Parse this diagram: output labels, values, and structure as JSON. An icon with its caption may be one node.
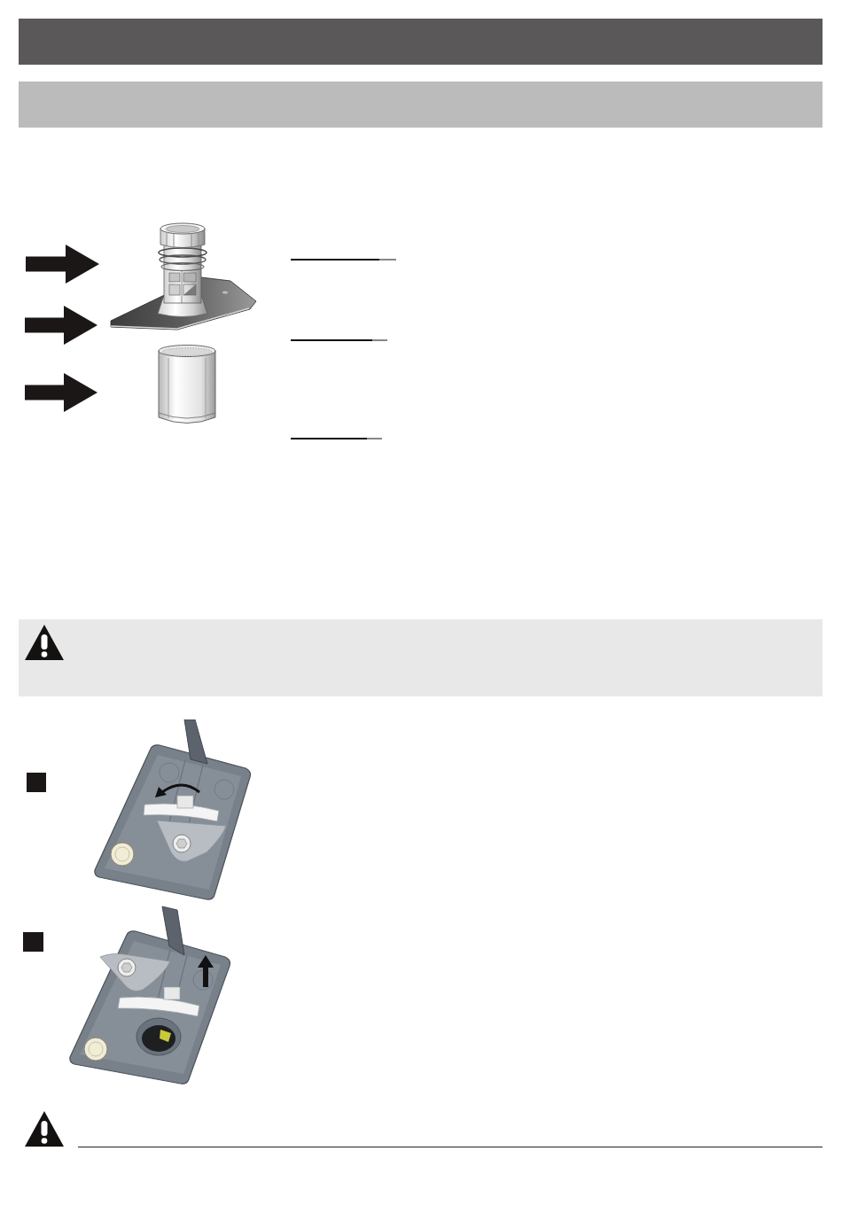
{
  "diagram": {
    "nodes": [
      {
        "text": [],
        "shape": "bar"
      },
      {
        "text": [],
        "shape": "bar"
      },
      {
        "text": [],
        "shape": "picture"
      },
      {
        "text": [],
        "shape": "box"
      },
      {
        "text": [],
        "shape": "box"
      },
      {
        "text": [],
        "shape": "box"
      }
    ],
    "edges": [
      {
        "from": null,
        "to": 2,
        "arrow": "to",
        "style": "thick"
      },
      {
        "from": null,
        "to": 2,
        "arrow": "to",
        "style": "thick"
      },
      {
        "from": null,
        "to": 2,
        "arrow": "to",
        "style": "thick"
      }
    ]
  }
}
